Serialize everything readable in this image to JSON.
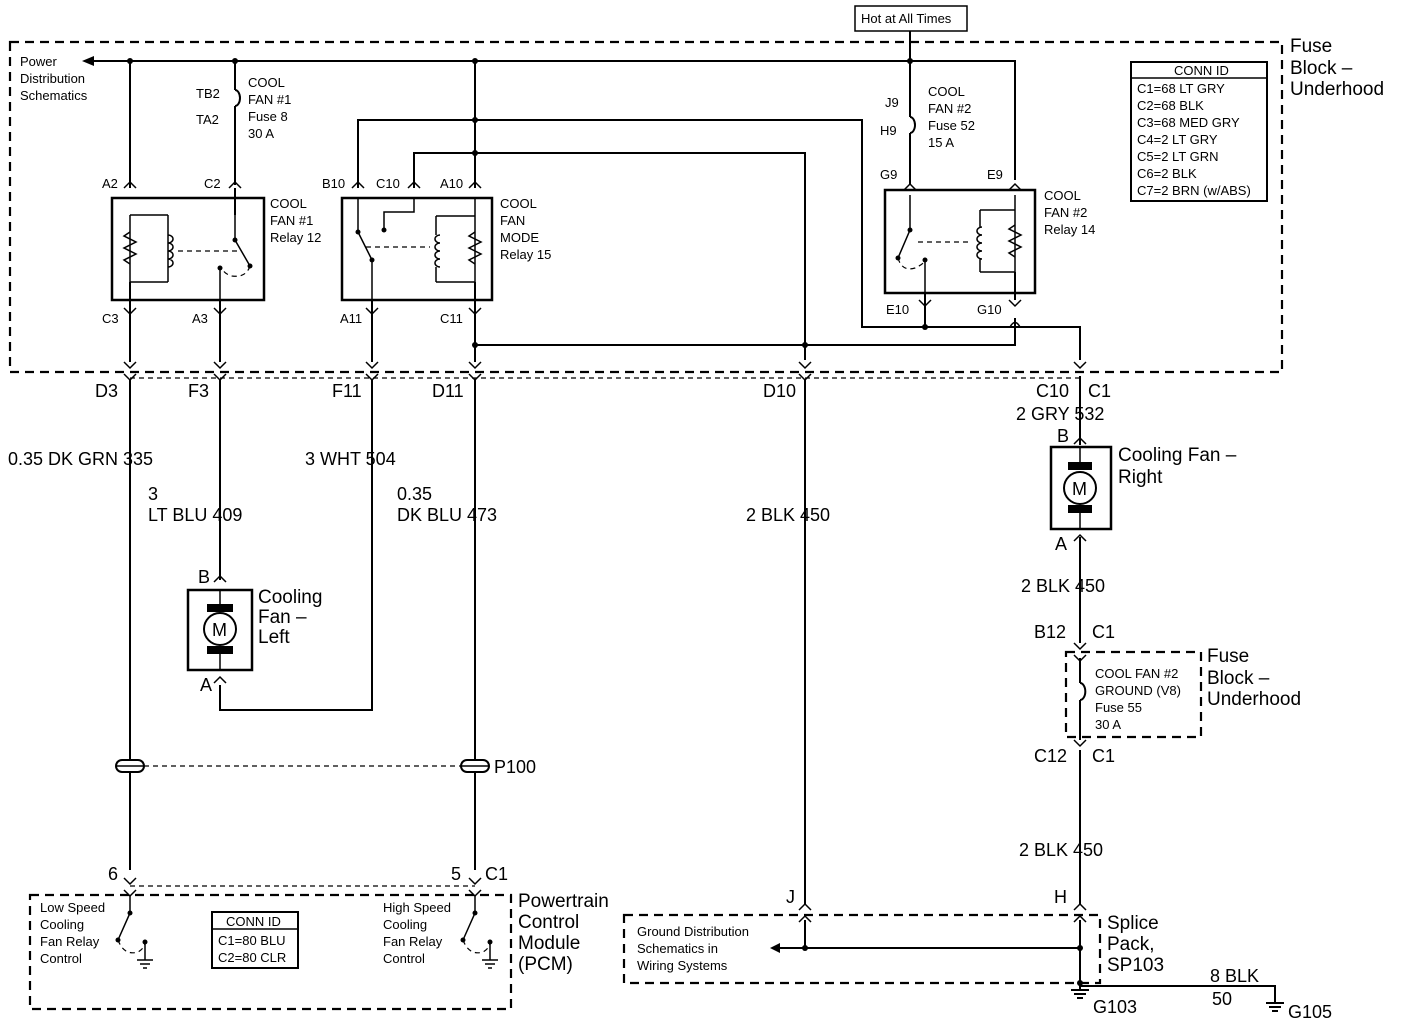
{
  "hot_label": "Hot at All Times",
  "fuse_block_title": [
    "Fuse",
    "Block –",
    "Underhood"
  ],
  "power_dist": [
    "Power",
    "Distribution",
    "Schematics"
  ],
  "conn_id_top": {
    "title": "CONN ID",
    "rows": [
      "C1=68 LT GRY",
      "C2=68 BLK",
      "C3=68 MED GRY",
      "C4=2 LT GRY",
      "C5=2 LT GRN",
      "C6=2 BLK",
      "C7=2 BRN (w/ABS)"
    ]
  },
  "fuse8": {
    "terms": [
      "TB2",
      "TA2"
    ],
    "label": [
      "COOL",
      "FAN #1",
      "Fuse 8",
      "30 A"
    ]
  },
  "fuse52": {
    "terms": [
      "J9",
      "H9"
    ],
    "label": [
      "COOL",
      "FAN #2",
      "Fuse 52",
      "15 A"
    ]
  },
  "relay12": {
    "label": [
      "COOL",
      "FAN #1",
      "Relay 12"
    ],
    "pins": [
      "A2",
      "C2",
      "C3",
      "A3"
    ]
  },
  "relay15": {
    "label": [
      "COOL",
      "FAN",
      "MODE",
      "Relay 15"
    ],
    "pins": [
      "B10",
      "C10",
      "A10",
      "A11",
      "C11"
    ]
  },
  "relay14": {
    "label": [
      "COOL",
      "FAN #2",
      "Relay 14"
    ],
    "pins": [
      "G9",
      "E9",
      "E10",
      "G10"
    ]
  },
  "fuse_block_pins": [
    "D3",
    "F3",
    "F11",
    "D11",
    "D10"
  ],
  "right_fan_conn": [
    "C10",
    "C1"
  ],
  "wires": {
    "w335": "0.35 DK GRN  335",
    "w504": "3 WHT  504",
    "w409": [
      "3",
      "LT BLU  409"
    ],
    "w473": [
      "0.35",
      "DK BLU  473"
    ],
    "w450": "2 BLK  450",
    "w532": "2 GRY  532",
    "w450b": "2 BLK  450",
    "w450c": "2 BLK  450",
    "w50": [
      "8 BLK",
      "50"
    ]
  },
  "fan_left": {
    "label": [
      "Cooling",
      "Fan –",
      "Left"
    ],
    "pins": [
      "B",
      "A"
    ],
    "motor": "M"
  },
  "fan_right": {
    "label": [
      "Cooling Fan –",
      "Right"
    ],
    "pins": [
      "B",
      "A"
    ],
    "motor": "M"
  },
  "fuse55": {
    "conn_top": [
      "B12",
      "C1"
    ],
    "conn_bottom": [
      "C12",
      "C1"
    ],
    "label": [
      "COOL FAN #2",
      "GROUND (V8)",
      "Fuse 55",
      "30 A"
    ],
    "block_title": [
      "Fuse",
      "Block –",
      "Underhood"
    ]
  },
  "p100": "P100",
  "pcm": {
    "pins": [
      "6",
      "5",
      "C1"
    ],
    "title": [
      "Powertrain",
      "Control",
      "Module",
      "(PCM)"
    ],
    "low": [
      "Low Speed",
      "Cooling",
      "Fan Relay",
      "Control"
    ],
    "high": [
      "High Speed",
      "Cooling",
      "Fan Relay",
      "Control"
    ],
    "conn_id": {
      "title": "CONN ID",
      "rows": [
        "C1=80 BLU",
        "C2=80 CLR"
      ]
    }
  },
  "splice": {
    "pins": [
      "J",
      "H"
    ],
    "title": [
      "Splice",
      "Pack,",
      "SP103"
    ],
    "ground_dist": [
      "Ground Distribution",
      "Schematics in",
      "Wiring Systems"
    ]
  },
  "grounds": [
    "G103",
    "G105"
  ]
}
